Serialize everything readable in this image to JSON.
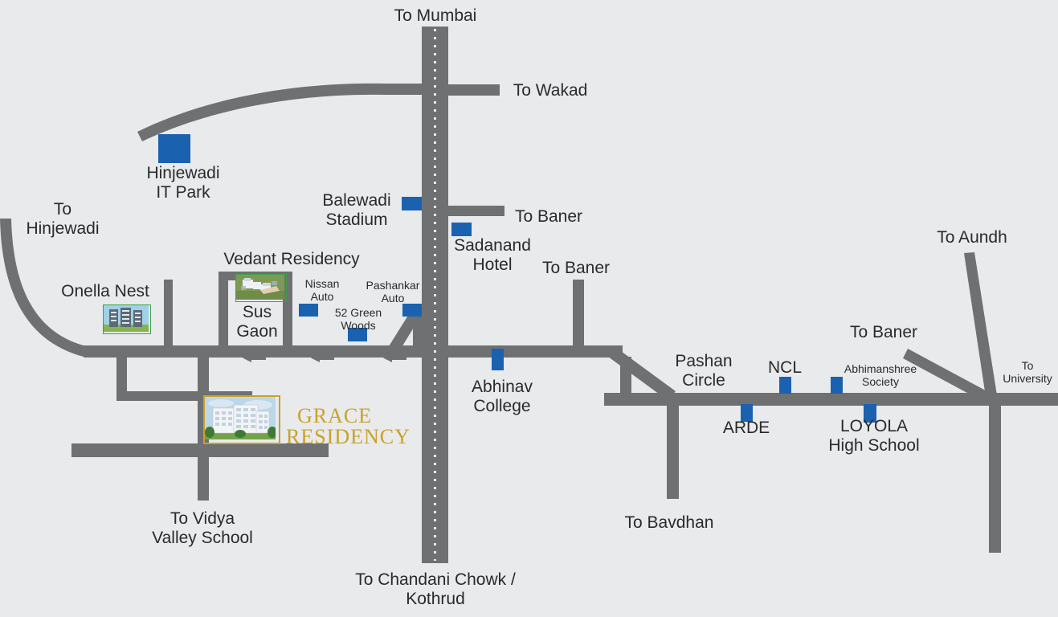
{
  "map": {
    "title": "Grace Residency Location Map",
    "background_color": "#e8eaec",
    "road_color": "#6e7072",
    "marker_color": "#1a62b0",
    "label_color": "#2a2a2a",
    "logo_color": "#c9a227"
  },
  "direction_labels": [
    {
      "id": "to-mumbai",
      "text": "To Mumbai"
    },
    {
      "id": "to-wakad",
      "text": "To Wakad"
    },
    {
      "id": "to-hinjewadi",
      "text": "To\nHinjewadi"
    },
    {
      "id": "to-baner-top",
      "text": "To Baner"
    },
    {
      "id": "to-baner-mid",
      "text": "To Baner"
    },
    {
      "id": "to-baner-right",
      "text": "To Baner"
    },
    {
      "id": "to-aundh",
      "text": "To Aundh"
    },
    {
      "id": "to-university",
      "text": "To\nUniversity"
    },
    {
      "id": "to-bavdhan",
      "text": "To Bavdhan"
    },
    {
      "id": "to-vidya-valley-school",
      "text": "To Vidya\nValley School"
    },
    {
      "id": "to-chandani-chowk-kothrud",
      "text": "To Chandani Chowk /\nKothrud"
    }
  ],
  "places": [
    {
      "id": "hinjewadi-it-park",
      "text": "Hinjewadi\nIT Park"
    },
    {
      "id": "balewadi-stadium",
      "text": "Balewadi\nStadium"
    },
    {
      "id": "sadanand-hotel",
      "text": "Sadanand\nHotel"
    },
    {
      "id": "vedant-residency",
      "text": "Vedant Residency"
    },
    {
      "id": "onella-nest",
      "text": "Onella Nest"
    },
    {
      "id": "sus-gaon",
      "text": "Sus\nGaon"
    },
    {
      "id": "nissan-auto",
      "text": "Nissan\nAuto"
    },
    {
      "id": "pashankar-auto",
      "text": "Pashankar\nAuto"
    },
    {
      "id": "52-green-woods",
      "text": "52 Green\nWoods"
    },
    {
      "id": "abhinav-college",
      "text": "Abhinav\nCollege"
    },
    {
      "id": "pashan-circle",
      "text": "Pashan\nCircle"
    },
    {
      "id": "ncl",
      "text": "NCL"
    },
    {
      "id": "arde",
      "text": "ARDE"
    },
    {
      "id": "abhimanshree-society",
      "text": "Abhimanshree\nSociety"
    },
    {
      "id": "loyola-high-school",
      "text": "LOYOLA\nHigh School"
    }
  ],
  "project": {
    "logo_line1": "GRACE",
    "logo_line2": "RESIDENCY"
  }
}
